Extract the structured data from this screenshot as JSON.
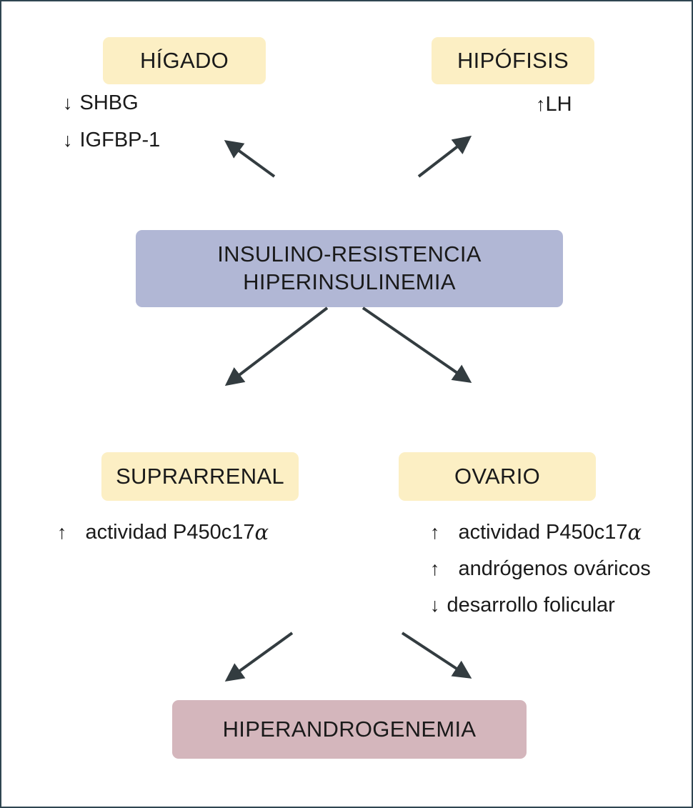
{
  "colors": {
    "organ_box": "#fcefc4",
    "center_box": "#b1b7d5",
    "result_box": "#d4b6bc",
    "arrow": "#333c40",
    "frame": "#2f4550"
  },
  "center": {
    "line1": "INSULINO-RESISTENCIA",
    "line2": "HIPERINSULINEMIA"
  },
  "higado": {
    "label": "HÍGADO",
    "effects": [
      {
        "arrow": "↓",
        "text": "SHBG"
      },
      {
        "arrow": "↓",
        "text": "IGFBP-1"
      }
    ]
  },
  "hipofisis": {
    "label": "HIPÓFISIS",
    "effects": [
      {
        "arrow": "↑",
        "text": "LH"
      }
    ]
  },
  "suprarrenal": {
    "label": "SUPRARRENAL",
    "effects": [
      {
        "arrow": "↑",
        "text": "actividad P450c17",
        "greek": "α"
      }
    ]
  },
  "ovario": {
    "label": "OVARIO",
    "effects": [
      {
        "arrow": "↑",
        "text": "actividad P450c17",
        "greek": "α"
      },
      {
        "arrow": "↑",
        "text": "andrógenos ováricos"
      },
      {
        "arrow": "↓",
        "text": "desarrollo folicular"
      }
    ]
  },
  "result": {
    "label": "HIPERANDROGENEMIA"
  }
}
